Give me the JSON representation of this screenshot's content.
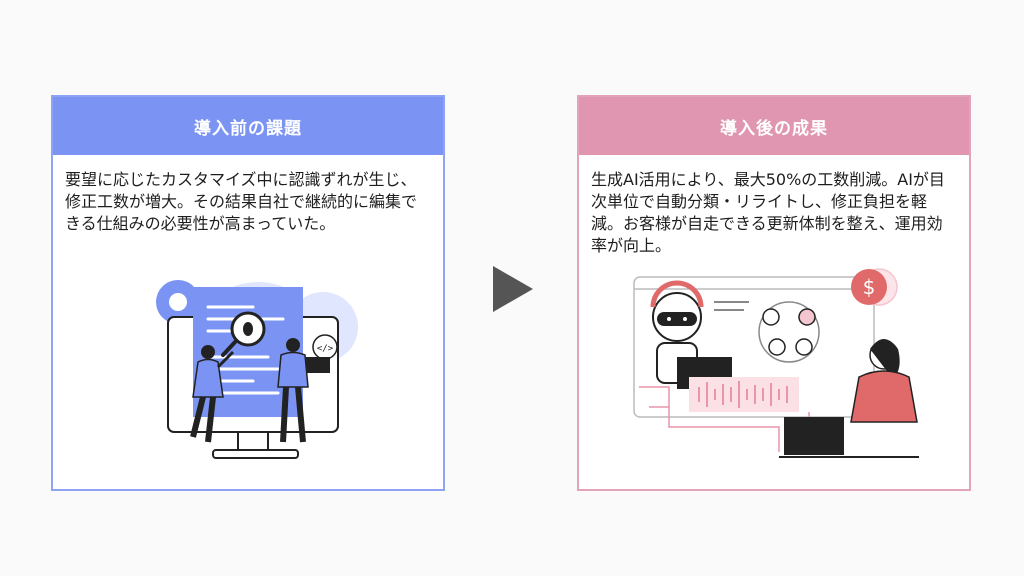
{
  "left_card": {
    "title": "導入前の課題",
    "text": "要望に応じたカスタマイズ中に認識ずれが生じ、修正工数が増大。その結果自社で継続的に編集できる仕組みの必要性が高まっていた。",
    "illustration": "bug-inspection-illustration",
    "accent_color": "#7b94f4"
  },
  "right_card": {
    "title": "導入後の成果",
    "text": "生成AI活用により、最大50%の工数削減。AIが目次単位で自動分類・リライトし、修正負担を軽減。お客様が自走できる更新体制を整え、運用効率が向上。",
    "illustration": "ai-automation-illustration",
    "accent_color": "#e096b0"
  },
  "arrow_icon": "play-arrow-icon"
}
